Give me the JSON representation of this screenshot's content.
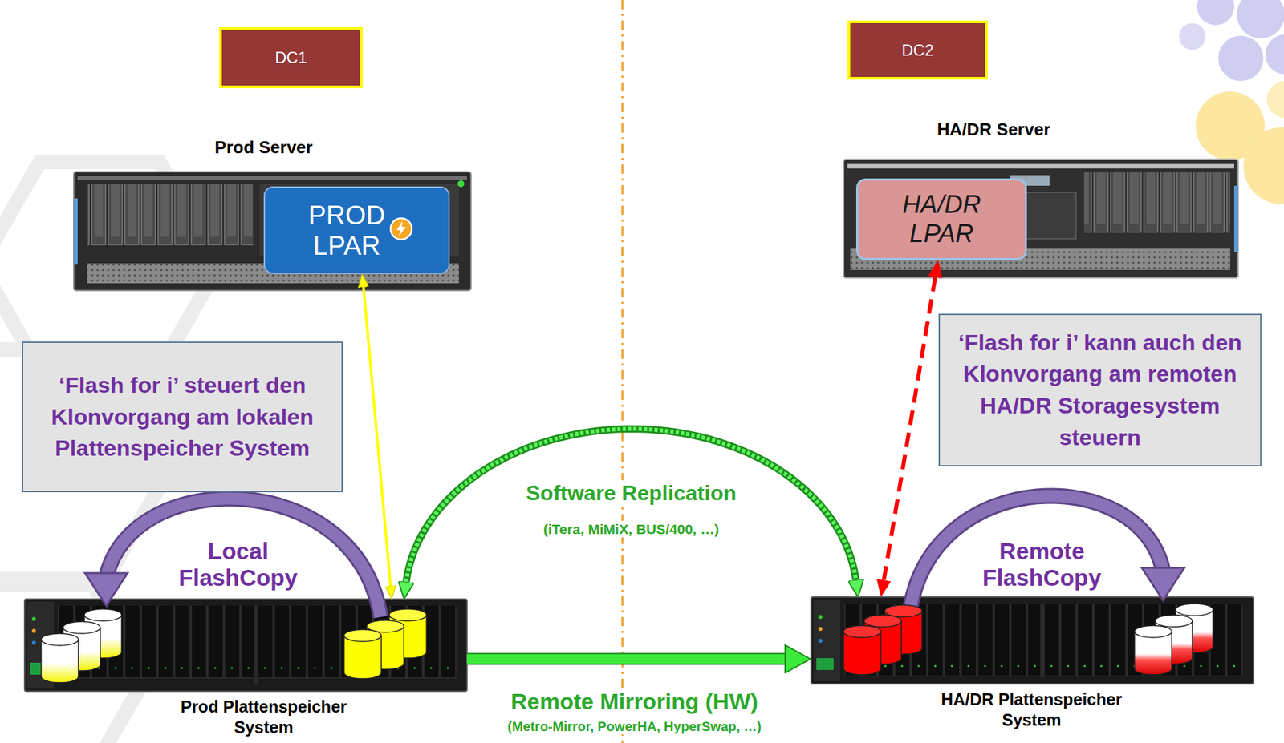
{
  "diagram": {
    "nodes": [
      {
        "text": [
          "DC1"
        ]
      },
      {
        "text": [
          "DC2"
        ]
      },
      {
        "text": [
          "Prod Server"
        ]
      },
      {
        "text": [
          "PROD LPAR"
        ],
        "in": 2
      },
      {
        "text": [
          "HA/DR Server"
        ]
      },
      {
        "text": [
          "HA/DR LPAR"
        ],
        "in": 4
      },
      {
        "text": [
          "‘Flash for i’ steuert den Klonvorgang am lokalen Plattenspeicher System"
        ]
      },
      {
        "text": [
          "‘Flash for i’ kann auch den Klonvorgang am remoten HA/DR Storagesystem steuern"
        ]
      },
      {
        "text": [
          "Prod Plattenspeicher System"
        ]
      },
      {
        "text": [
          "HA/DR Plattenspeicher System"
        ]
      }
    ],
    "edges": [
      {
        "from": 3,
        "to": 8,
        "arrow": "both"
      },
      {
        "from": 5,
        "to": 9,
        "arrow": "both"
      },
      {
        "from": 8,
        "to": 9,
        "label": "Software Replication",
        "arrow": "both"
      },
      {
        "from": 8,
        "to": 9,
        "label": "Remote Mirroring (HW)",
        "arrow": "to"
      }
    ],
    "labels": [
      "Local FlashCopy",
      "(iTera, MiMiX, BUS/400, …)",
      "Remote FlashCopy",
      "(Metro-Mirror, PowerHA, HyperSwap, …)"
    ]
  }
}
